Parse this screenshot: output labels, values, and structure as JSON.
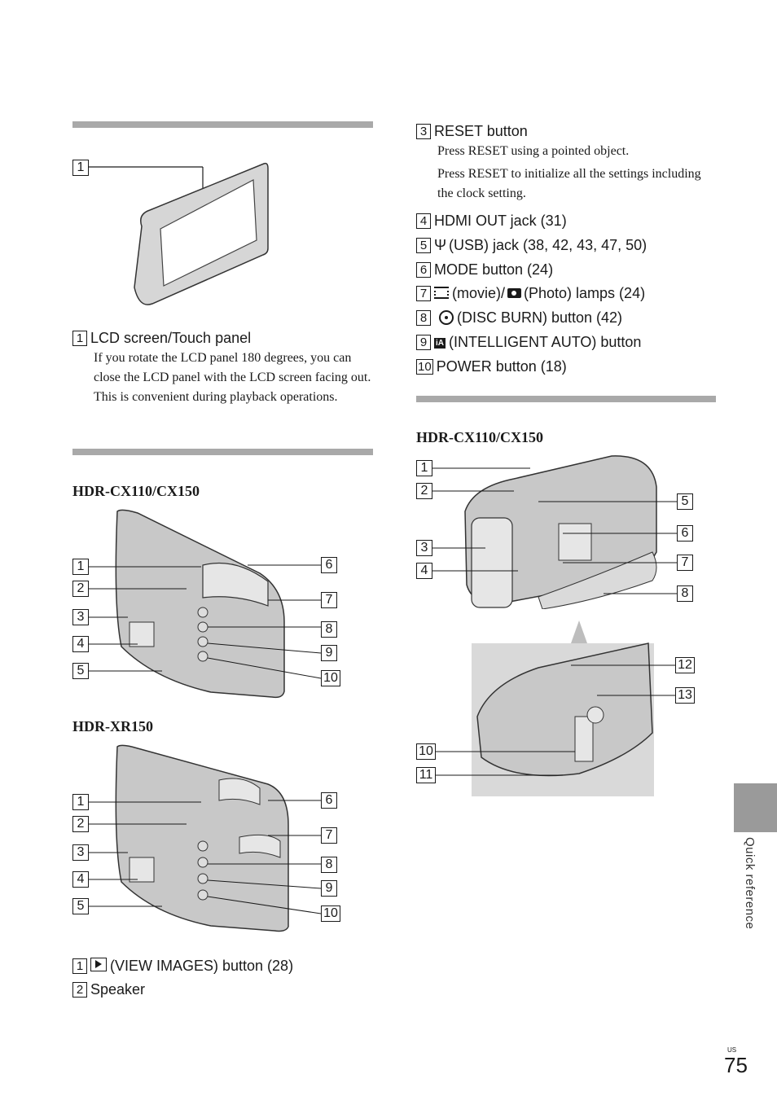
{
  "lcd_section": {
    "item1_label": "LCD screen/Touch panel",
    "item1_desc": "If you rotate the LCD panel 180 degrees, you can close the LCD panel with the LCD screen facing out. This is convenient during playback operations."
  },
  "left_section": {
    "model_heading_1": "HDR-CX110/CX150",
    "model_heading_2": "HDR-XR150",
    "items": [
      {
        "num": "1",
        "icon": "view-images-icon",
        "label": "(VIEW IMAGES) button (28)"
      },
      {
        "num": "2",
        "label": "Speaker"
      }
    ]
  },
  "right_list": {
    "item3_label": "RESET button",
    "item3_desc1": "Press RESET using a pointed object.",
    "item3_desc2": "Press RESET to initialize all the settings including the clock setting.",
    "items": [
      {
        "num": "4",
        "label": "HDMI OUT jack (31)"
      },
      {
        "num": "5",
        "icon": "usb-icon",
        "label": "(USB) jack (38, 42, 43, 47, 50)"
      },
      {
        "num": "6",
        "label": "MODE button (24)"
      },
      {
        "num": "7",
        "icon": "movie-icon",
        "label_a": "(movie)/",
        "icon2": "camera-icon",
        "label_b": "(Photo) lamps (24)"
      },
      {
        "num": "8",
        "icon": "disc-burn-icon",
        "label": "(DISC BURN) button (42)"
      },
      {
        "num": "9",
        "icon": "intelligent-auto-icon",
        "label": "(INTELLIGENT AUTO) button"
      },
      {
        "num": "10",
        "label": "POWER button (18)"
      }
    ]
  },
  "right_section": {
    "model_heading": "HDR-CX110/CX150"
  },
  "callouts": {
    "n1": "1",
    "n2": "2",
    "n3": "3",
    "n4": "4",
    "n5": "5",
    "n6": "6",
    "n7": "7",
    "n8": "8",
    "n9": "9",
    "n10": "10",
    "n11": "11",
    "n12": "12",
    "n13": "13"
  },
  "sidebar": {
    "tab_label": "Quick reference"
  },
  "footer": {
    "region": "US",
    "page_number": "75"
  },
  "colors": {
    "section_bar": "#a9a9a9",
    "side_tab": "#9a9a9a",
    "figure_gray": "#c8c8c8"
  }
}
